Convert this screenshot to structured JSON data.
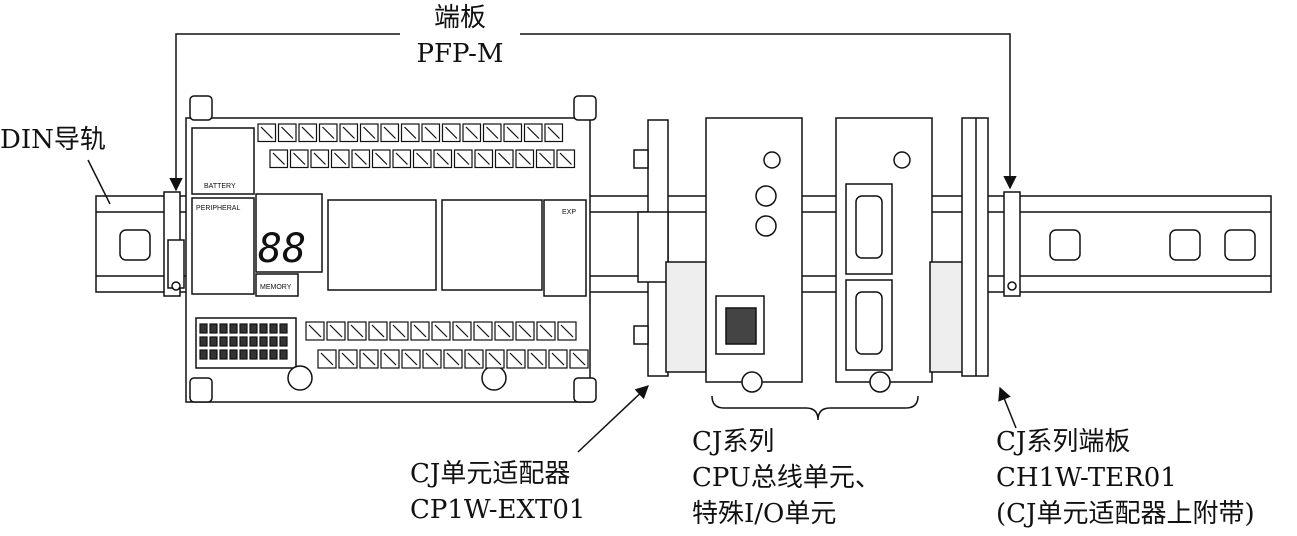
{
  "labels": {
    "end_plate_title": "端板",
    "end_plate_model": "PFP-M",
    "din_rail": "DIN导轨",
    "cj_adapter_line1": "CJ单元适配器",
    "cj_adapter_line2": "CP1W-EXT01",
    "cj_units_line1": "CJ系列",
    "cj_units_line2": "CPU总线单元、",
    "cj_units_line3": "特殊I/O单元",
    "cj_endcover_line1": "CJ系列端板",
    "cj_endcover_line2": "CH1W-TER01",
    "cj_endcover_line3": "(CJ单元适配器上附带)"
  },
  "plc": {
    "battery": "BATTERY",
    "peripheral": "PERIPHERAL",
    "memory": "MEMORY",
    "display": "88",
    "exp": "EXP"
  },
  "colors": {
    "line": "#111111",
    "body": "#ffffff",
    "shade": "#d9d9d9"
  }
}
